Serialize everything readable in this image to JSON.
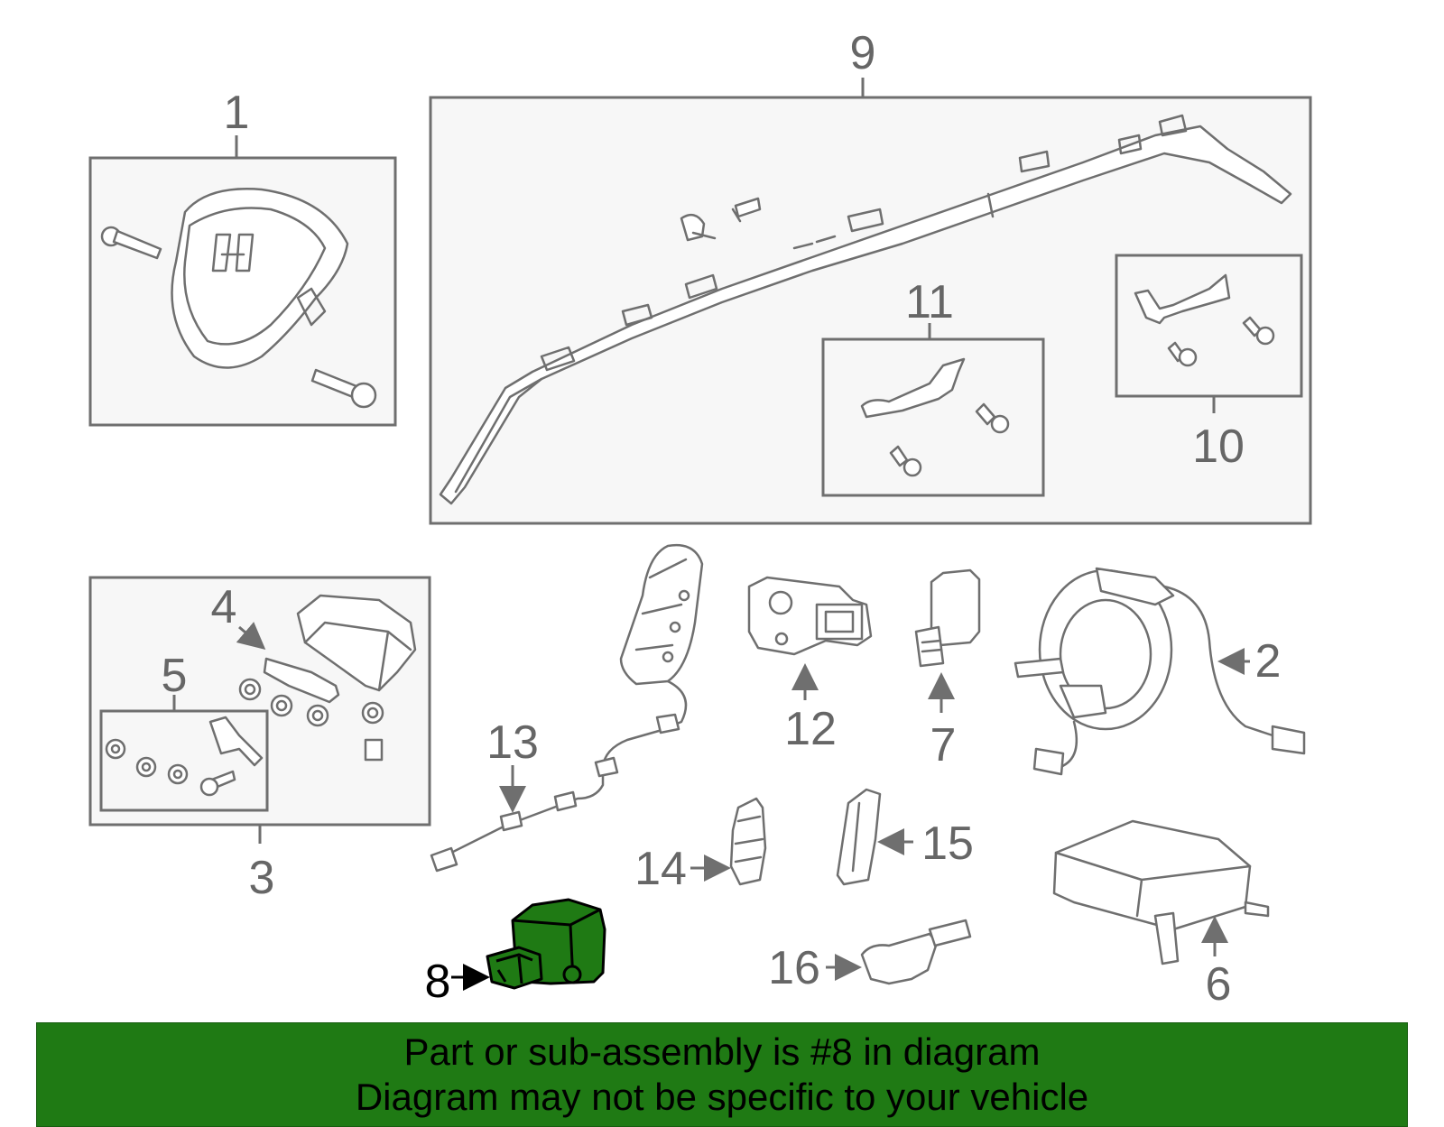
{
  "callouts": {
    "c1": "1",
    "c2": "2",
    "c3": "3",
    "c4": "4",
    "c5": "5",
    "c6": "6",
    "c7": "7",
    "c8": "8",
    "c9": "9",
    "c10": "10",
    "c11": "11",
    "c12": "12",
    "c13": "13",
    "c14": "14",
    "c15": "15",
    "c16": "16"
  },
  "highlight": {
    "part": "8",
    "color": "#1f7a14"
  },
  "banner": {
    "line1": "Part or sub-assembly is #8 in diagram",
    "line2": "Diagram may not be specific to your vehicle",
    "background": "#1f7a14"
  }
}
